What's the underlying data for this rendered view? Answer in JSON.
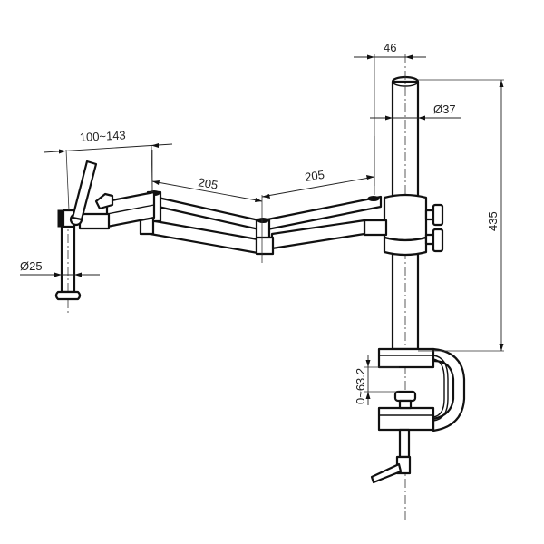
{
  "drawing": {
    "subject": "Articulating boom arm stand with C-clamp (technical drawing)",
    "dimensions": {
      "pole_offset": "46",
      "pole_diameter": "Ø37",
      "pole_height": "435",
      "arm_segment_1": "205",
      "arm_segment_2": "205",
      "holder_reach": "100~143",
      "holder_post_diameter": "Ø25",
      "clamp_opening": "0~63.2"
    },
    "colors": {
      "line": "#111111",
      "background": "#ffffff"
    }
  }
}
